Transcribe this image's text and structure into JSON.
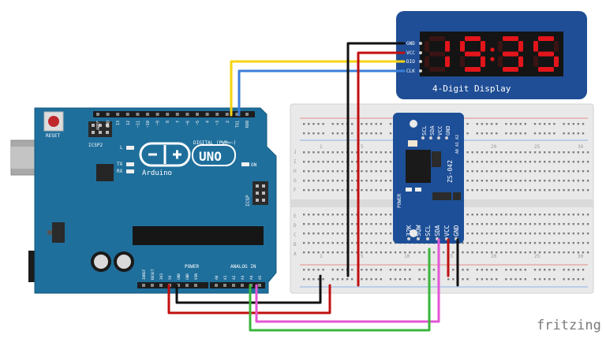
{
  "display": {
    "pins": [
      "GND",
      "VCC",
      "DIO",
      "CLK"
    ],
    "digits": "1935",
    "label": "4-Digit Display"
  },
  "arduino": {
    "brand": "Arduino",
    "model": "UNO",
    "reset_label": "RESET",
    "icsp2_label": "ICSP2",
    "icsp_label": "ICSP",
    "led_l": "L",
    "led_tx": "TX",
    "led_rx": "RX",
    "on_label": "ON",
    "digital_label": "DIGITAL (PWM=~)",
    "power_label": "POWER",
    "analog_label": "ANALOG IN",
    "digital_pins": [
      "AREF",
      "GND",
      "13",
      "12",
      "~11",
      "~10",
      "~9",
      "8",
      "7",
      "~6",
      "~5",
      "4",
      "~3",
      "2",
      "TX1",
      "RX0"
    ],
    "power_pins": [
      "IOREF",
      "RESET",
      "3V3",
      "5V",
      "GND",
      "GND",
      "VIN"
    ],
    "analog_pins": [
      "A0",
      "A1",
      "A2",
      "A3",
      "A4",
      "A5"
    ]
  },
  "breadboard": {
    "col_markers": [
      "1",
      "5",
      "10",
      "15",
      "20",
      "25",
      "30"
    ],
    "row_letters_top": [
      "J",
      "I",
      "H",
      "G",
      "F"
    ],
    "row_letters_bottom": [
      "E",
      "D",
      "C",
      "B",
      "A"
    ]
  },
  "rtc": {
    "top_pins": [
      "SCL",
      "SDA",
      "VCC",
      "GND"
    ],
    "bottom_pins": [
      "32K",
      "SQW",
      "SCL",
      "SDA",
      "VCC",
      "GND"
    ],
    "chip_label": "ZS-042",
    "addr_label": "A0 A1 A2",
    "power_label": "POWER"
  },
  "watermark": "fritzing",
  "colors": {
    "board": "#1f6f9c",
    "display_pcb": "#1f4e96",
    "segment": "#e3151b",
    "rtc_pcb": "#1d4f98",
    "wire_yellow": "#f5d312",
    "wire_blue": "#3b7fd9",
    "wire_black": "#111111",
    "wire_red": "#c10f0f",
    "wire_magenta": "#e455d6",
    "wire_green": "#3ab53a"
  }
}
